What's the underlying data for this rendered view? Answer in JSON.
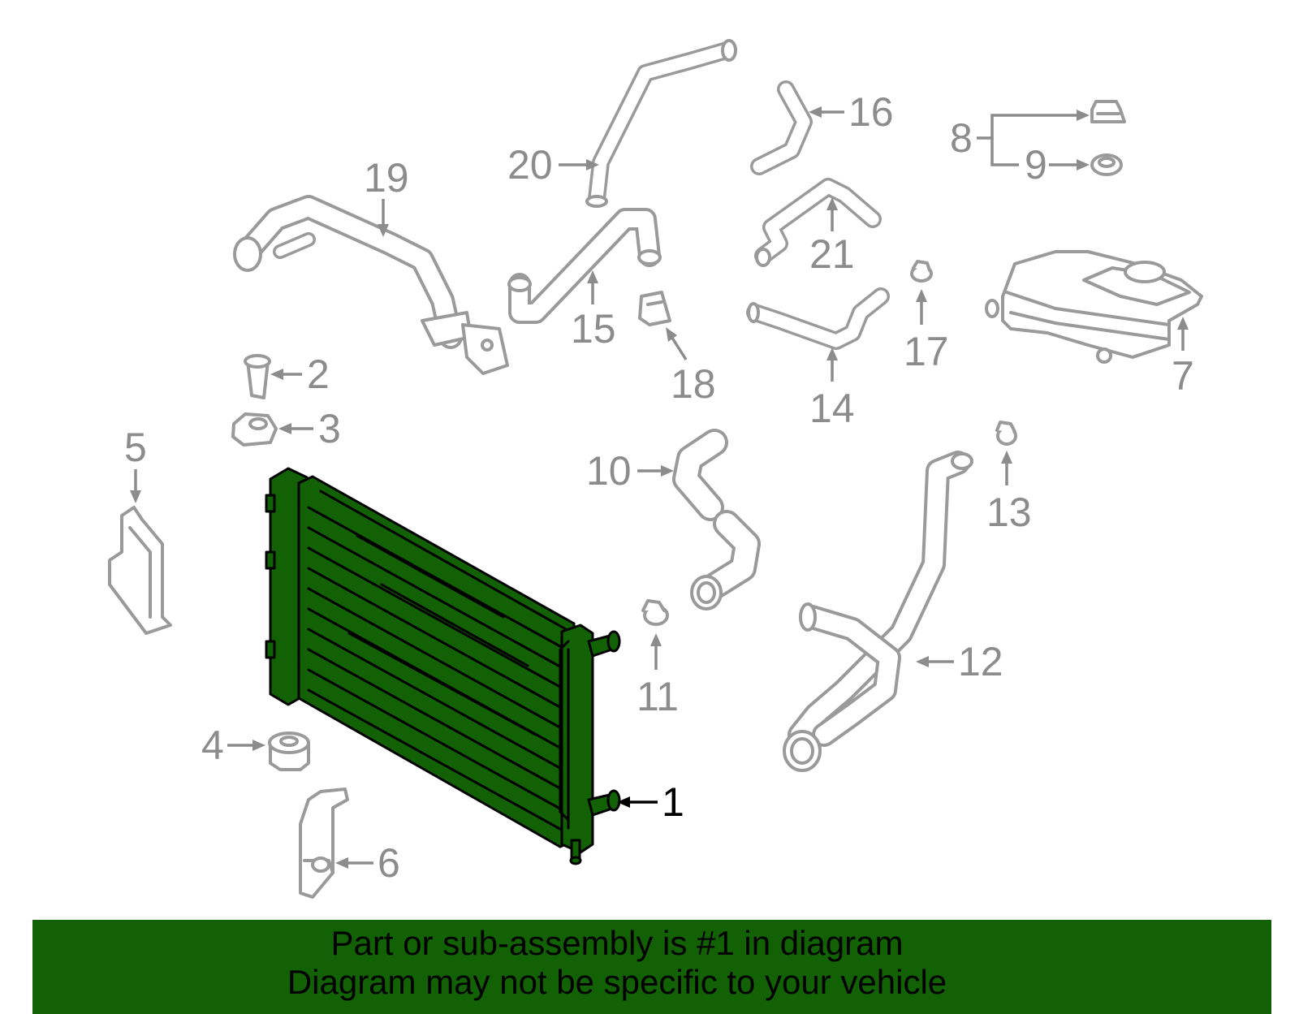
{
  "diagram": {
    "callouts": [
      "1",
      "2",
      "3",
      "4",
      "5",
      "6",
      "7",
      "8",
      "9",
      "10",
      "11",
      "12",
      "13",
      "14",
      "15",
      "16",
      "17",
      "18",
      "19",
      "20",
      "21"
    ],
    "highlight_color": "#126105",
    "part_color": "#9a9a9a"
  },
  "banner": {
    "line1": "Part or sub-assembly is #1 in diagram",
    "line2": "Diagram may not be specific to your vehicle",
    "color": "#126105"
  }
}
